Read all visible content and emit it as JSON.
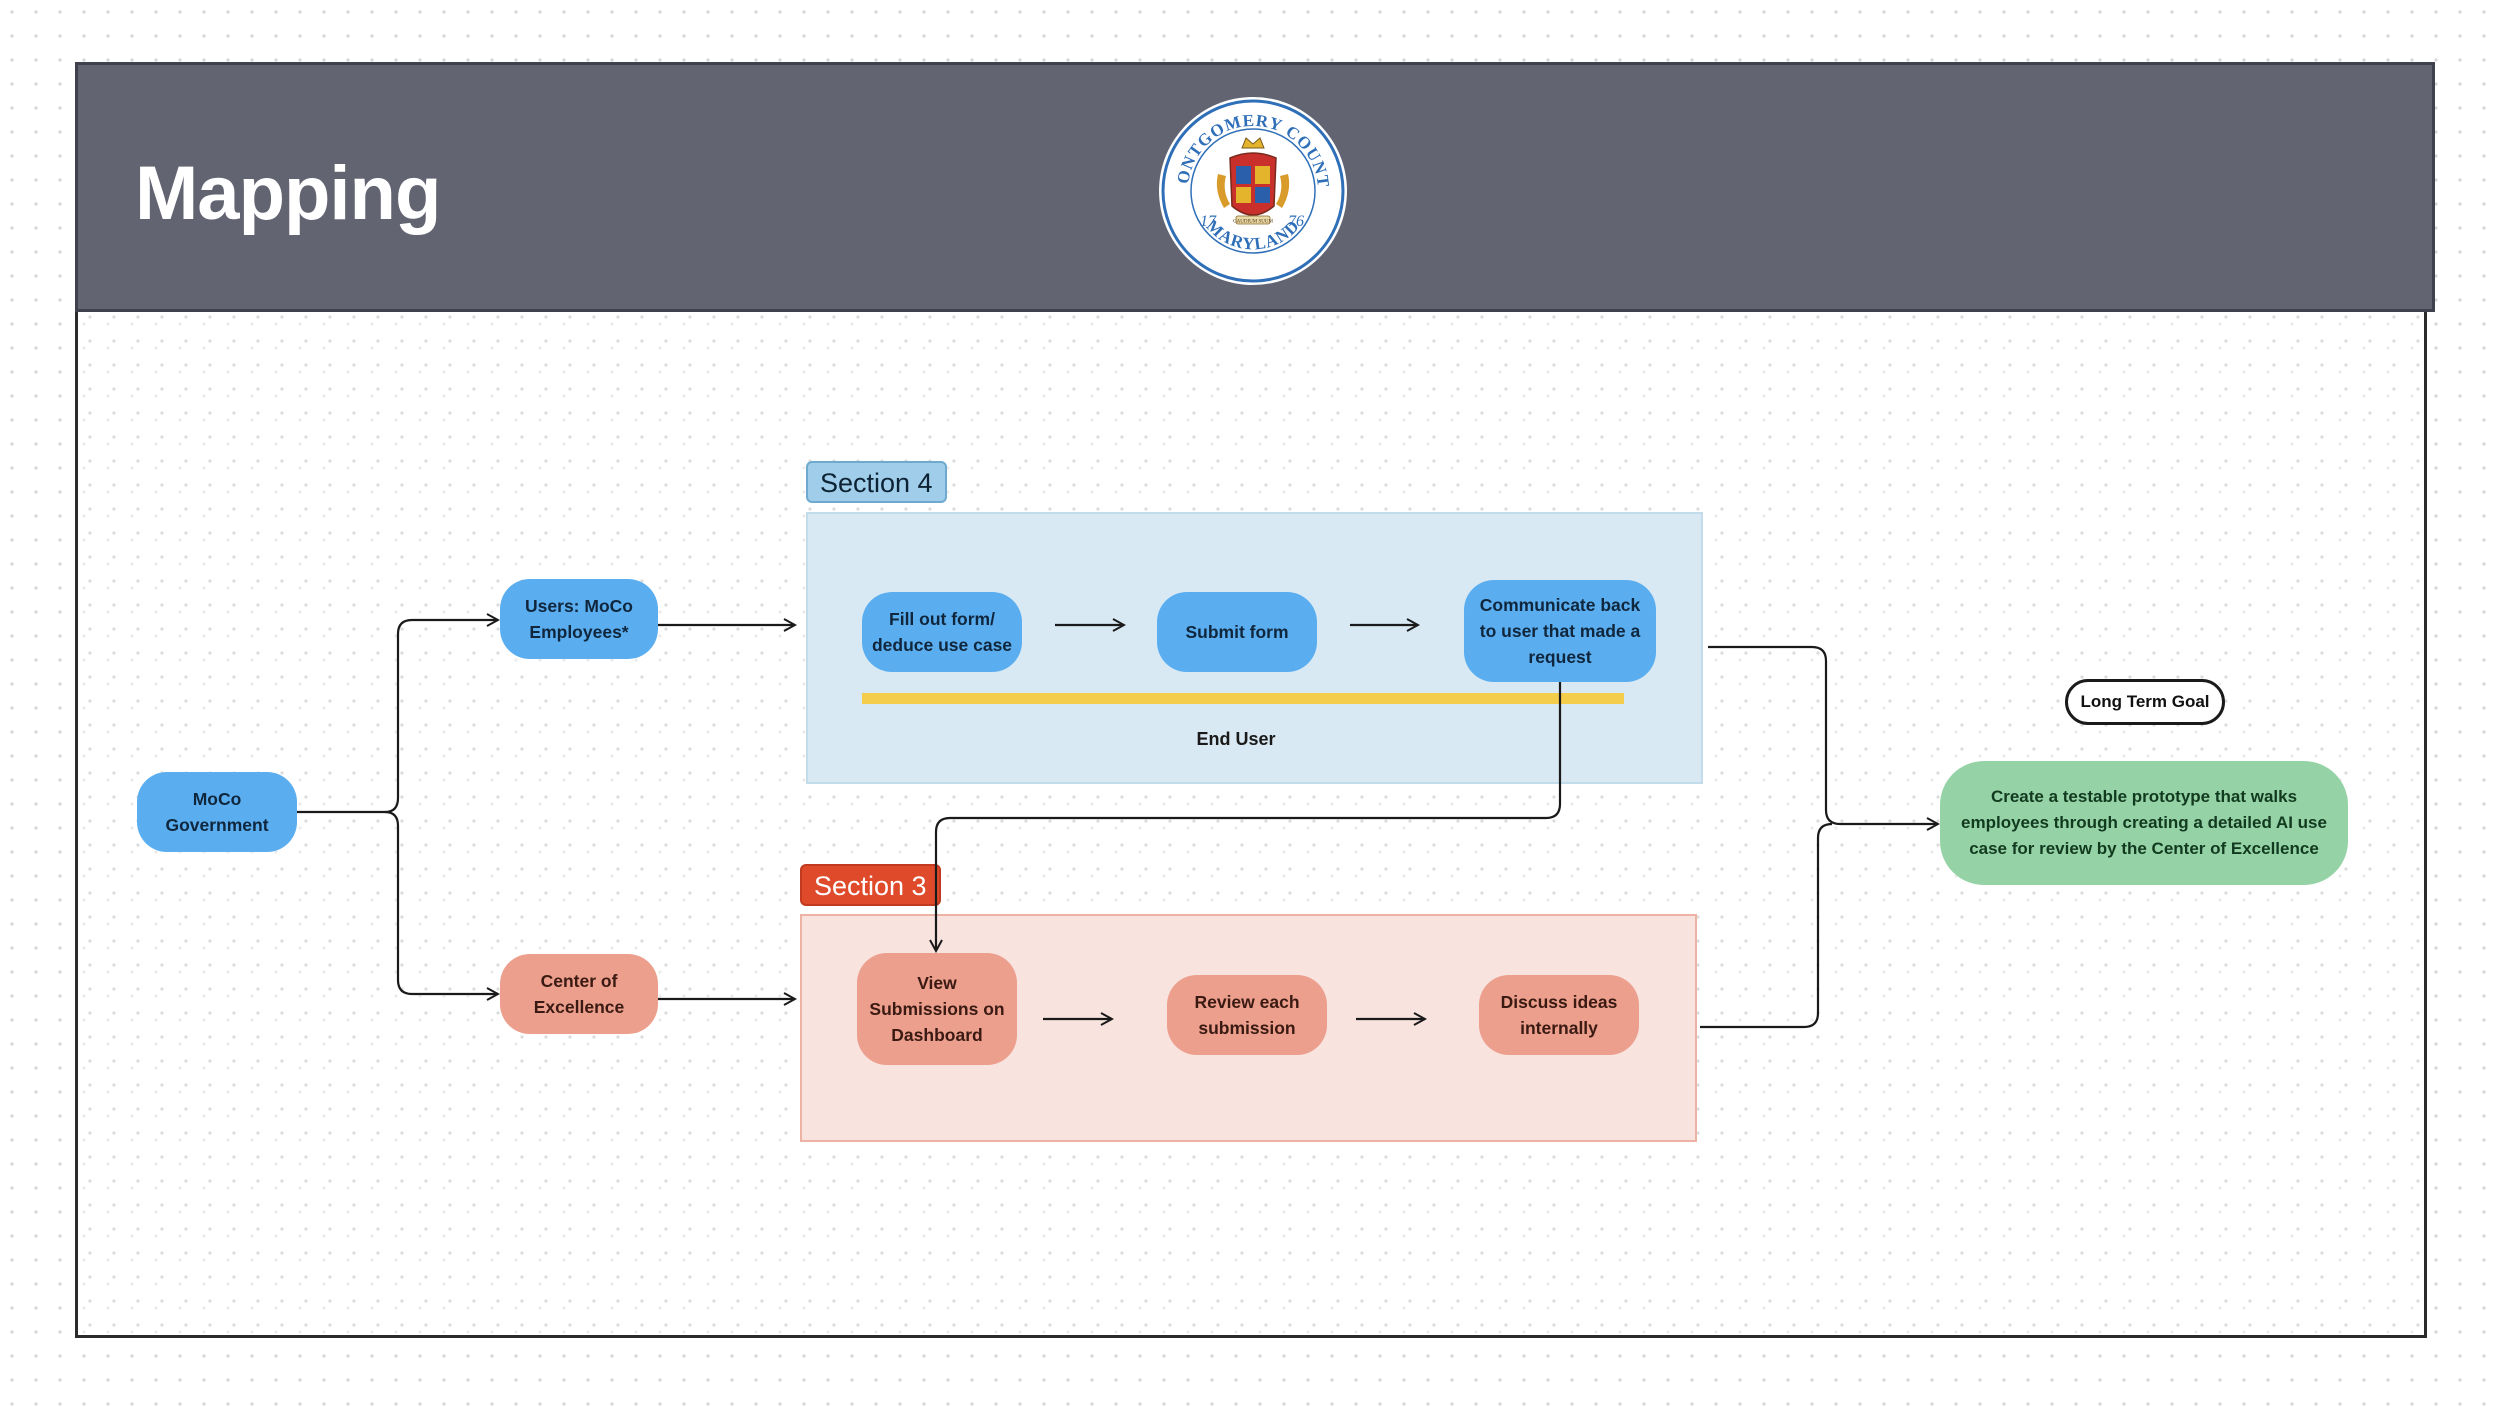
{
  "header": {
    "title": "Mapping"
  },
  "seal": {
    "top_text": "MONTGOMERY COUNTY",
    "bottom_text": "MARYLAND",
    "year_left": "17",
    "year_right": "76",
    "motto": "GAUDIUM SUUM"
  },
  "sections": {
    "section4": {
      "label": "Section 4"
    },
    "section3": {
      "label": "Section 3"
    }
  },
  "nodes": {
    "moco_government": "MoCo Government",
    "users_employees": "Users: MoCo Employees*",
    "center_of_excellence": "Center of Excellence",
    "fill_out_form": "Fill out form/ deduce use case",
    "submit_form": "Submit form",
    "communicate_back": "Communicate back to user that made a request",
    "view_submissions": "View Submissions on Dashboard",
    "review_each": "Review each submission",
    "discuss_ideas": "Discuss ideas internally",
    "long_term_goal_tag": "Long Term Goal",
    "long_term_goal": "Create a testable prototype that walks employees through creating a detailed AI use case for review by the Center of Excellence"
  },
  "swimlane_label": "End User",
  "colors": {
    "header": "#626472",
    "blue_node": "#5aaef0",
    "salmon_node": "#ec9f8c",
    "green_node": "#95d3a7",
    "section4_fill": "#d8e9f3",
    "section3_fill": "#f8e3df",
    "end_user_bar": "#f5cd4c"
  }
}
